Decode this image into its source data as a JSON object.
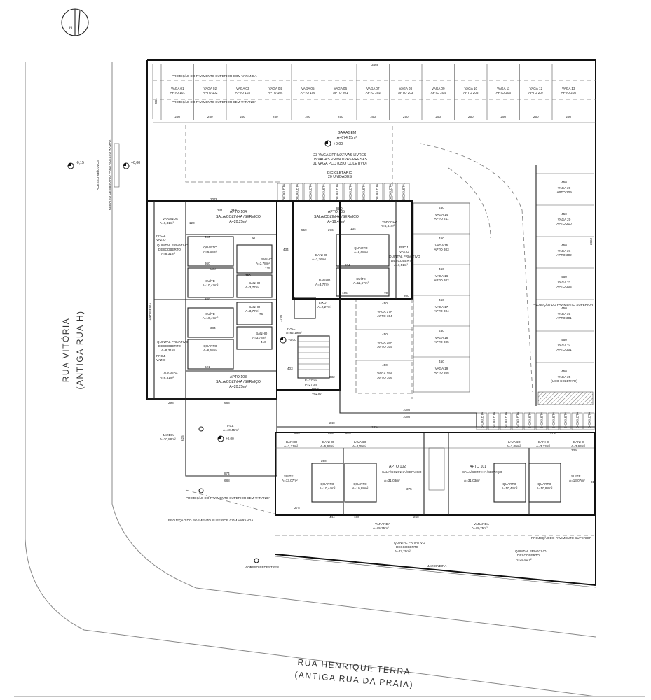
{
  "north": {
    "label": "N"
  },
  "streets": {
    "west": [
      "RUA VITÓRIA",
      "(ANTIGA RUA H)"
    ],
    "south": [
      "RUA HENRIQUE TERRA",
      "(ANTIGA RUA DA PRAIA)"
    ]
  },
  "levels": {
    "street": "-0,15",
    "site": "+0,00",
    "hall_a": "+0,00",
    "hall_b": "+0,00",
    "garage": "+0,00"
  },
  "access": {
    "vehicles": "ACESSO VEÍCULOS",
    "ramp": "REBAIXO DE MEIO FIO PARA ACESSO RAMPA",
    "pedestrians": "ACESSO PEDESTRES"
  },
  "dims": {
    "top": "3469",
    "right": "2862",
    "left_wall": "581",
    "lot_left": "2078",
    "bottom_a": "1080",
    "bottom_b": "1080",
    "front": "1534",
    "hall_w": "688",
    "hall_w2": "688",
    "hall_d": "874",
    "hall_l": "626",
    "hall_n": "298",
    "core_w": "580",
    "core_h": "1760",
    "g250": [
      "250",
      "250",
      "250",
      "250",
      "250",
      "250",
      "250",
      "250",
      "250",
      "250",
      "250",
      "250",
      "250"
    ],
    "g450": "450"
  },
  "projections": {
    "top_with": "PROJEÇÃO DO PAVIMENTO SUPERIOR COM VARANDA",
    "top_without": "PROJEÇÃO DO PAVIMENTO SUPERIOR SEM VARANDA",
    "right": "PROJEÇÃO DO PAVIMENTO SUPERIOR",
    "front_right": "PROJEÇÃO DO PAVIMENTO SUPERIOR",
    "front_without": "PROJEÇÃO DO PAVIMENTO SUPERIOR SEM VARANDA",
    "front_with": "PROJEÇÃO DO PAVIMENTO SUPERIOR COM VARANDA"
  },
  "garage": {
    "title": "GARAGEM",
    "area": "A=674,15m²",
    "info": [
      "23 VAGAS PRIVATIVAS LIVRES",
      "03 VAGAS PRIVATIVAS PRESAS",
      "01 VAGA PCD (USO COLETIVO)"
    ],
    "bike": [
      "BICICLETÁRIO",
      "20 UNIDADES"
    ],
    "bike_label": "BICICLETA"
  },
  "top_spaces": [
    {
      "vaga": "VAGA 01",
      "apto": "APTO 101"
    },
    {
      "vaga": "VAGA 02",
      "apto": "APTO 102"
    },
    {
      "vaga": "VAGA 03",
      "apto": "APTO 103"
    },
    {
      "vaga": "VAGA 04",
      "apto": "APTO 104"
    },
    {
      "vaga": "VAGA 05",
      "apto": "APTO 105"
    },
    {
      "vaga": "VAGA 06",
      "apto": "APTO 201"
    },
    {
      "vaga": "VAGA 07",
      "apto": "APTO 202"
    },
    {
      "vaga": "VAGA 08",
      "apto": "APTO 203"
    },
    {
      "vaga": "VAGA 09",
      "apto": "APTO 204"
    },
    {
      "vaga": "VAGA 10",
      "apto": "APTO 205"
    },
    {
      "vaga": "VAGA 11",
      "apto": "APTO 206"
    },
    {
      "vaga": "VAGA 12",
      "apto": "APTO 207"
    },
    {
      "vaga": "VAGA 13",
      "apto": "APTO 208"
    }
  ],
  "right_spaces": [
    {
      "vaga": "VAGA 20",
      "apto": "APTO 209"
    },
    {
      "vaga": "VAGA 20",
      "apto": "APTO 210"
    },
    {
      "vaga": "VAGA 21",
      "apto": "APTO 302"
    },
    {
      "vaga": "VAGA 22",
      "apto": "APTO 303"
    },
    {
      "vaga": "VAGA 23",
      "apto": "APTO 301"
    },
    {
      "vaga": "VAGA 24",
      "apto": "APTO 301"
    },
    {
      "vaga": "VAGA 25",
      "apto": "(USO COLETIVO)"
    }
  ],
  "mid_spaces": [
    {
      "vaga": "VAGA 14",
      "apto": "APTO 211"
    },
    {
      "vaga": "VAGA 15",
      "apto": "APTO 303"
    },
    {
      "vaga": "VAGA 16",
      "apto": "APTO 302"
    },
    {
      "vaga": "VAGA 17",
      "apto": "APTO 304"
    },
    {
      "vaga": "VAGA 18",
      "apto": "APTO 305"
    },
    {
      "vaga": "VAGA 19",
      "apto": "APTO 306"
    }
  ],
  "stacked_spaces": [
    {
      "vaga": "VAGA 17A",
      "apto": "APTO 304"
    },
    {
      "vaga": "VAGA 18A",
      "apto": "APTO 305"
    },
    {
      "vaga": "VAGA 19A",
      "apto": "APTO 306"
    }
  ],
  "units": {
    "apto104": {
      "name": "APTO 104",
      "sala": "SALA/COZINHA /SERVIÇO",
      "sala_area": "A=20,25m²"
    },
    "apto105": {
      "name": "APTO 105",
      "sala": "SALA/COZINHA /SERVIÇO",
      "sala_area": "A=19,46m²"
    },
    "apto103": {
      "name": "APTO 103",
      "sala": "SALA/COZINHA /SERVIÇO",
      "sala_area": "A=20,25m²"
    },
    "apto102": {
      "name": "APTO 102",
      "sala": "SALA/COZINHA /SERVIÇO",
      "sala_area": "A=31,03m²"
    },
    "apto101": {
      "name": "APTO 101",
      "sala": "SALA/COZINHA /SERVIÇO",
      "sala_area": "A=31,03m²"
    }
  },
  "rooms": {
    "varanda_104": [
      "VARANDA",
      "A=6,31m²"
    ],
    "varanda_105": [
      "VARANDA",
      "A=6,31m²"
    ],
    "varanda_103": [
      "VARANDA",
      "A=6,31m²"
    ],
    "varanda_102": [
      "VARANDA",
      "A=15,75m²"
    ],
    "varanda_101": [
      "VARANDA",
      "A=15,75m²"
    ],
    "quarto_104": [
      "QUARTO",
      "A=6,68m²"
    ],
    "quarto_105": [
      "QUARTO",
      "A=6,68m²"
    ],
    "quarto_103": [
      "QUARTO",
      "A=6,68m²"
    ],
    "suite_104": [
      "SUÍTE",
      "A=10,47m²"
    ],
    "suite_103": [
      "SUÍTE",
      "A=10,47m²"
    ],
    "suite_105": [
      "SUÍTE",
      "A=11,67m²"
    ],
    "banho_a": [
      "BANHO",
      "A=3,77m²"
    ],
    "banho_b": [
      "BANHO",
      "A=3,78m²"
    ],
    "banho_c": [
      "BANHO",
      "A=3,76m²"
    ],
    "banho_d": [
      "BANHO",
      "A=3,77m²"
    ],
    "banho_e": [
      "BANHO",
      "A=3,77m²"
    ],
    "banho_f": [
      "BANHO",
      "A=3,78m²"
    ],
    "quintal_104": [
      "QUINTAL PRIVATIVO",
      "DESCOBERTO",
      "A=8,31m²"
    ],
    "quintal_103": [
      "QUINTAL PRIVATIVO",
      "DESCOBERTO",
      "A=8,31m²"
    ],
    "quintal_105": [
      "QUINTAL PRIVATIVO",
      "DESCOBERTO",
      "A=7,51m²"
    ],
    "quintal_102": [
      "QUINTAL PRIVATIVO",
      "DESCOBERTO",
      "A=22,76m²"
    ],
    "quintal_101": [
      "QUINTAL PRIVATIVO",
      "DESCOBERTO",
      "A=35,91m²"
    ],
    "lixo": [
      "LIXO",
      "A=2,27m²"
    ],
    "hall_core": [
      "HALL",
      "A=62,19m²"
    ],
    "hall_front": [
      "HALL",
      "A=40,45m²"
    ],
    "jardim": [
      "JARDIM",
      "A=30,88m²"
    ],
    "jardineira": "JARDINEIRA",
    "proj_vazio": [
      "PROJ.",
      "VAZIO"
    ],
    "escada": [
      "E=17cm",
      "P=27cm"
    ],
    "suite_102": [
      "SUÍTE",
      "A=13,07m²"
    ],
    "suite_101": [
      "SUÍTE",
      "A=13,07m²"
    ],
    "quarto_102a": [
      "QUARTO",
      "A=10,44m²"
    ],
    "quarto_102b": [
      "QUARTO",
      "A=10,88m²"
    ],
    "quarto_101a": [
      "QUARTO",
      "A=10,44m²"
    ],
    "quarto_101b": [
      "QUARTO",
      "A=10,88m²"
    ],
    "banho_102": [
      "BANHO",
      "A=3,31m²"
    ],
    "banho_102b": [
      "BANHO",
      "A=5,63m²"
    ],
    "lavabo_102": [
      "LAVABO",
      "A=2,09m²"
    ],
    "lavabo_101": [
      "LAVABO",
      "A=2,09m²"
    ],
    "banho_101": [
      "BANHO",
      "A=3,33m²"
    ],
    "banho_101b": [
      "BANHO",
      "A=3,63m²"
    ]
  },
  "small_dims": [
    "390",
    "360",
    "508",
    "309",
    "384",
    "621",
    "241",
    "210",
    "120",
    "90",
    "125",
    "290",
    "76",
    "410",
    "434",
    "559",
    "276",
    "184",
    "165",
    "134",
    "70",
    "200",
    "403",
    "332",
    "240",
    "250",
    "444",
    "180",
    "275",
    "260",
    "375",
    "385",
    "353",
    "325",
    "474",
    "339",
    "312"
  ]
}
